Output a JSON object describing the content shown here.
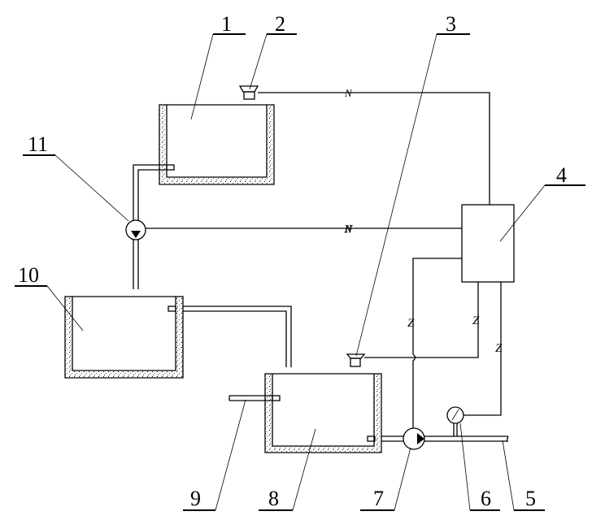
{
  "figure": {
    "labels": {
      "tank_1": "1",
      "sensor_2": "2",
      "sensor_3": "3",
      "controller_4": "4",
      "pipe_5": "5",
      "gauge_6": "6",
      "pump_7": "7",
      "tank_8": "8",
      "pipe_9": "9",
      "tank_10": "10",
      "valve_11": "11"
    },
    "signal_marks": {
      "n_mark": "N",
      "z_mark": "Z"
    }
  }
}
